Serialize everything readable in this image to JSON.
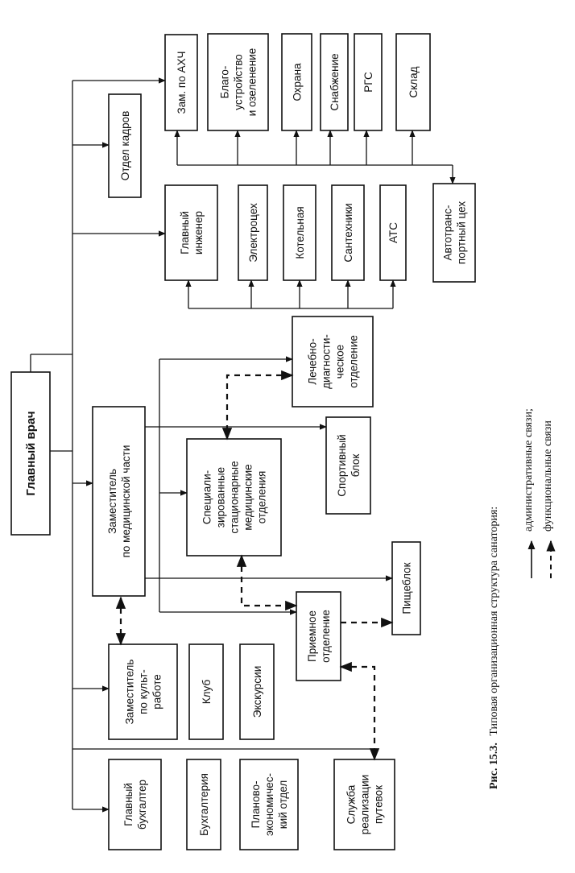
{
  "boxes": {
    "chief_doctor": [
      "Главный врач"
    ],
    "deputy_ahch": [
      "Зам. по АХЧ"
    ],
    "landscaping": [
      "Благо-",
      "устройство",
      "и озеленение"
    ],
    "security": [
      "Охрана"
    ],
    "supply": [
      "Снабжение"
    ],
    "rgs": [
      "РГС"
    ],
    "warehouse": [
      "Склад"
    ],
    "hr": [
      "Отдел кадров"
    ],
    "chief_engineer": [
      "Главный",
      "инженер"
    ],
    "electro": [
      "Электроцех"
    ],
    "boiler": [
      "Котельная"
    ],
    "plumbing": [
      "Сантехники"
    ],
    "ats": [
      "АТС"
    ],
    "auto": [
      "Автотранс-",
      "портный цех"
    ],
    "deputy_med": [
      "Заместитель",
      "по медицинской части"
    ],
    "diagnostic": [
      "Лечебно-",
      "диагности-",
      "ческое",
      "отделение"
    ],
    "sport": [
      "Спортивный",
      "блок"
    ],
    "specialized": [
      "Специали-",
      "зированные",
      "стационарные",
      "медицинские",
      "отделения"
    ],
    "food": [
      "Пищеблок"
    ],
    "reception": [
      "Приемное",
      "отделение"
    ],
    "deputy_culture": [
      "Заместитель",
      "по культ-",
      "работе"
    ],
    "club": [
      "Клуб"
    ],
    "excursions": [
      "Экскурсии"
    ],
    "chief_accountant": [
      "Главный",
      "бухгалтер"
    ],
    "accounting": [
      "Бухгалтерия"
    ],
    "planning": [
      "Планово-",
      "экономичес-",
      "кий отдел"
    ],
    "tours": [
      "Служба",
      "реализации",
      "путевок"
    ]
  },
  "caption": {
    "figure": "Рис. 15.3.",
    "title": "Типовая организационная структура санатория:",
    "legend_admin": "административные связи;",
    "legend_functional": "функциональные связи"
  }
}
